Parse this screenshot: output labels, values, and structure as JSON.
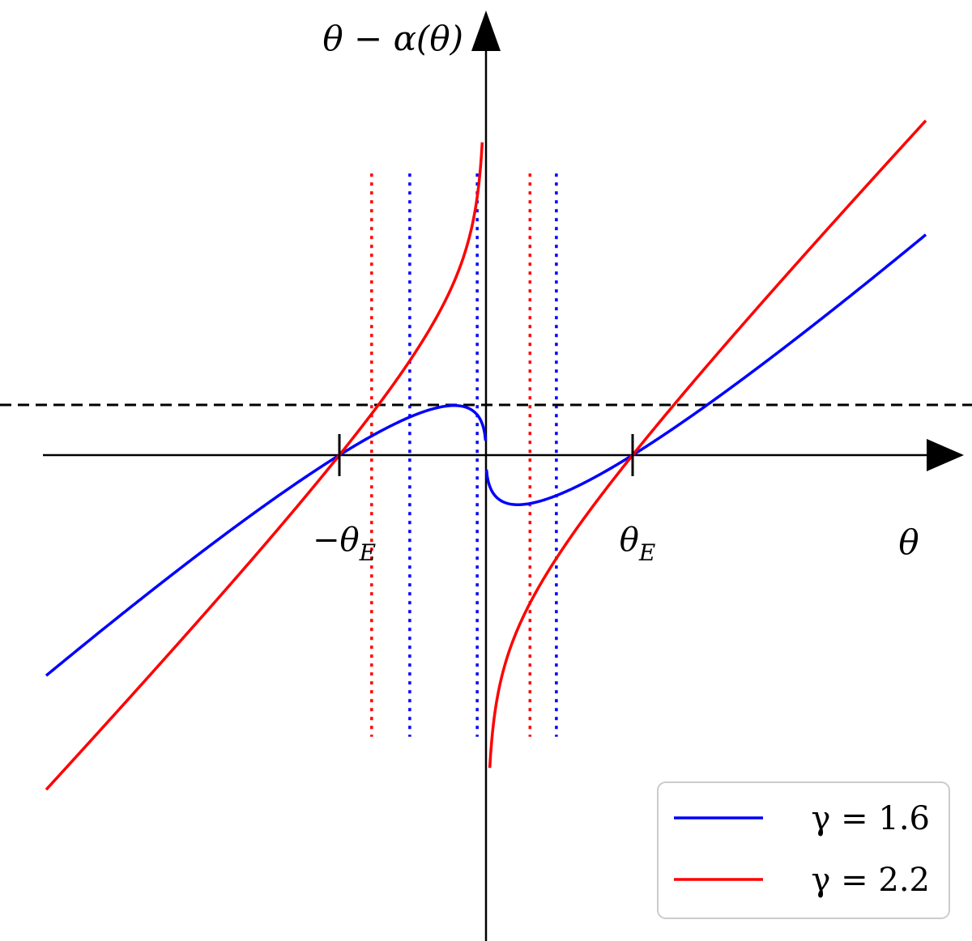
{
  "chart_data": {
    "type": "line",
    "title": "",
    "xlabel": "θ",
    "ylabel": "θ − α(θ)",
    "xlim": [
      -3.0,
      3.3
    ],
    "ylim": [
      -3.2,
      2.2
    ],
    "grid": false,
    "legend_position": "bottom-right",
    "tick_labels": {
      "neg_einstein": "−θ",
      "pos_einstein": "θ",
      "subscript": "E"
    },
    "einstein_radius": [
      -1,
      1
    ],
    "source_position": 0.33,
    "series": [
      {
        "name": "γ = 1.6",
        "color": "#0000ff",
        "gamma": 1.6,
        "caustic_lines": [
          -0.52,
          -0.06,
          0.48
        ]
      },
      {
        "name": "γ = 2.2",
        "color": "#ff0000",
        "gamma": 2.2,
        "caustic_lines": [
          -0.78,
          0.3
        ]
      }
    ],
    "caustic_y_range": [
      -1.85,
      1.85
    ]
  }
}
